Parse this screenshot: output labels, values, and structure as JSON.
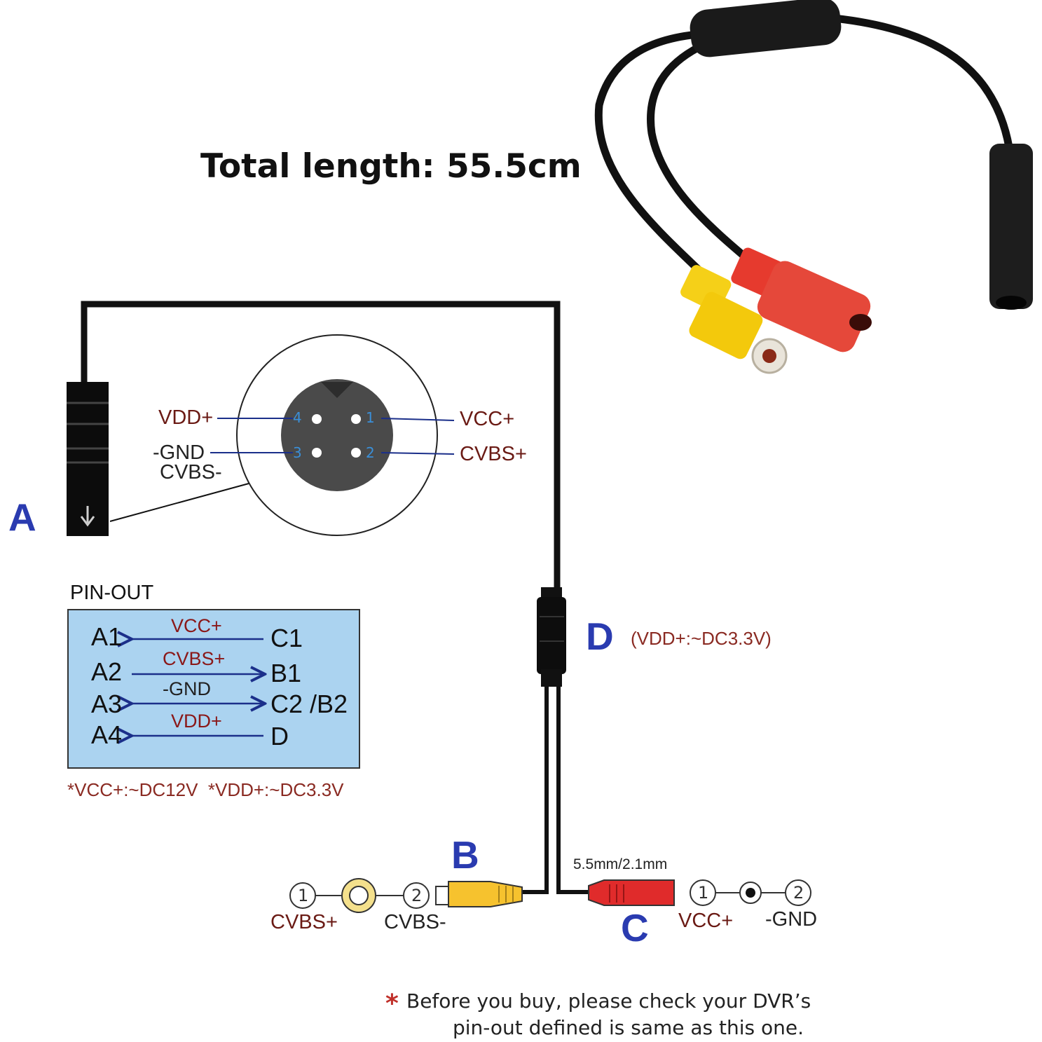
{
  "title": "Total length: 55.5cm",
  "connector_a": {
    "letter": "A",
    "pins": {
      "p4": "4",
      "p1": "1",
      "p3": "3",
      "p2": "2"
    },
    "labels": {
      "vdd": "VDD+",
      "vcc": "VCC+",
      "gnd": "-GND",
      "cvbs_minus": "CVBS-",
      "cvbs_plus": "CVBS+"
    }
  },
  "connector_d": {
    "letter": "D",
    "note": "(VDD+:~DC3.3V)"
  },
  "pinout": {
    "heading": "PIN-OUT",
    "rows": [
      {
        "left": "A1",
        "signal": "VCC+",
        "right": "C1",
        "direction": "left"
      },
      {
        "left": "A2",
        "signal": "CVBS+",
        "right": "B1",
        "direction": "right"
      },
      {
        "left": "A3",
        "signal": "-GND",
        "right": "C2 /B2",
        "direction": "both"
      },
      {
        "left": "A4",
        "signal": "VDD+",
        "right": "D",
        "direction": "left"
      }
    ],
    "footnote": "*VCC+:~DC12V  *VDD+:~DC3.3V",
    "box_color": "#abd3f0"
  },
  "connector_b": {
    "letter": "B",
    "pin1": "1",
    "pin2": "2",
    "label1": "CVBS+",
    "label2": "CVBS-",
    "color": "#f6c22e"
  },
  "connector_c": {
    "letter": "C",
    "size": "5.5mm/2.1mm",
    "pin1": "1",
    "pin2": "2",
    "label1": "VCC+",
    "label2": "-GND",
    "color": "#e02b2b"
  },
  "disclaimer": {
    "star": "*",
    "line1": "Before you buy, please check your DVR’s",
    "line2": "pin-out defined is same as this one."
  }
}
